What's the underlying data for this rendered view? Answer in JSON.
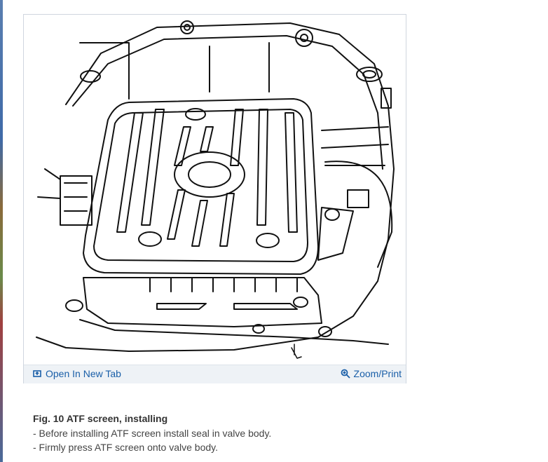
{
  "figure": {
    "open_tab_label": "Open In New Tab",
    "zoom_label": "Zoom/Print",
    "icons": {
      "open": "open-new-tab-icon",
      "zoom": "zoom-magnifier-icon"
    },
    "link_color": "#1a5fa8"
  },
  "caption": {
    "title": "Fig. 10 ATF screen, installing",
    "lines": [
      "-  Before installing ATF screen install seal in valve body.",
      "-  Firmly press ATF screen onto valve body."
    ]
  }
}
